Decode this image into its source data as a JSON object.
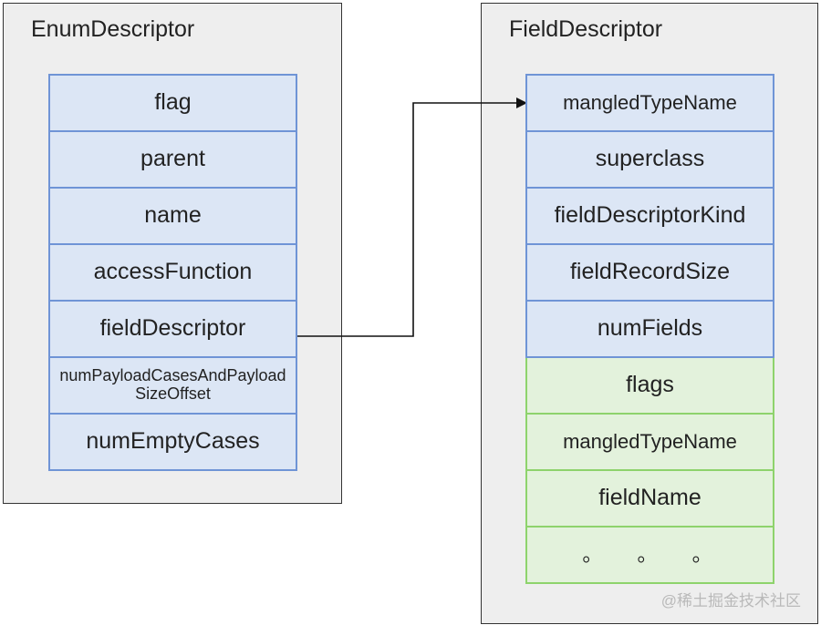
{
  "enum_descriptor": {
    "title": "EnumDescriptor",
    "fields": [
      "flag",
      "parent",
      "name",
      "accessFunction",
      "fieldDescriptor",
      "numPayloadCasesAndPayloadSizeOffset",
      "numEmptyCases"
    ]
  },
  "field_descriptor": {
    "title": "FieldDescriptor",
    "header_fields": [
      "mangledTypeName",
      "superclass",
      "fieldDescriptorKind",
      "fieldRecordSize",
      "numFields"
    ],
    "record_fields": [
      "flags",
      "mangledTypeName",
      "fieldName",
      "。 。 。"
    ]
  },
  "watermark": "@稀土掘金技术社区",
  "colors": {
    "header_border": "#6f94d6",
    "header_fill": "#dce6f5",
    "record_border": "#8ed36c",
    "record_fill": "#e3f2dc",
    "panel_fill": "#eeeeee"
  }
}
